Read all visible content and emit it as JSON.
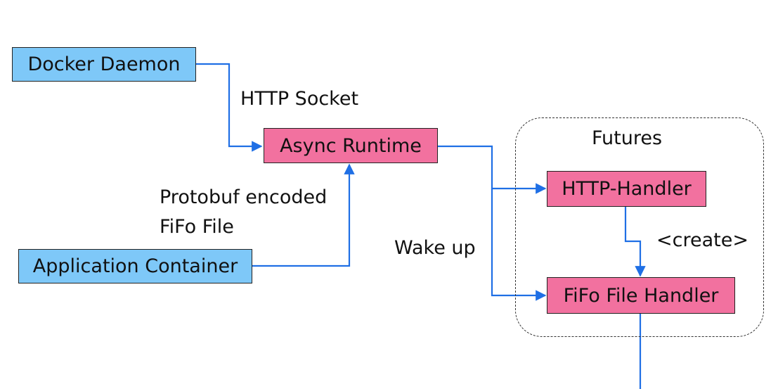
{
  "nodes": {
    "docker_daemon": "Docker Daemon",
    "async_runtime": "Async Runtime",
    "application_container": "Application Container",
    "http_handler": "HTTP-Handler",
    "fifo_file_handler": "FiFo File Handler"
  },
  "group": {
    "futures_label": "Futures"
  },
  "edges": {
    "http_socket": "HTTP Socket",
    "protobuf_line1": "Protobuf encoded",
    "protobuf_line2": "FiFo File",
    "wake_up": "Wake up",
    "create": "<create>"
  },
  "colors": {
    "source_fill": "#7ec8f8",
    "process_fill": "#f2719f",
    "edge": "#1f6fe5"
  }
}
